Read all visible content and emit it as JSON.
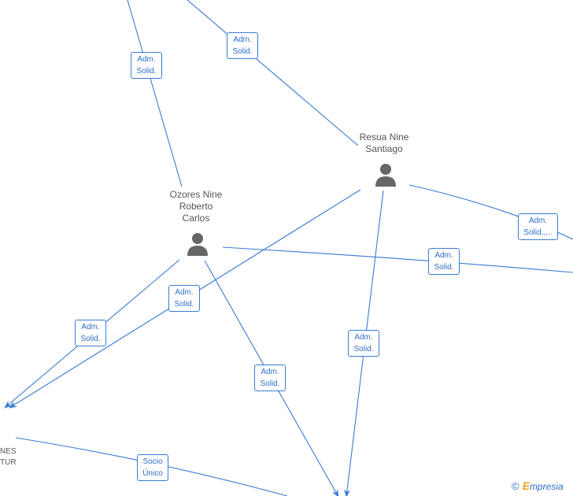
{
  "nodes": {
    "resua": {
      "line1": "Resua Nine",
      "line2": "Santiago"
    },
    "ozores": {
      "line1": "Ozores Nine",
      "line2": "Roberto",
      "line3": "Carlos"
    },
    "cut_company": {
      "line1": "NES",
      "line2": "TUR"
    }
  },
  "edges": [
    {
      "line1": "Adm.",
      "line2": "Solid."
    },
    {
      "line1": "Adm.",
      "line2": "Solid."
    },
    {
      "line1": "Adm.",
      "line2": "Solid.,..."
    },
    {
      "line1": "Adm.",
      "line2": "Solid."
    },
    {
      "line1": "Adm.",
      "line2": "Solid."
    },
    {
      "line1": "Adm.",
      "line2": "Solid."
    },
    {
      "line1": "Adm.",
      "line2": "Solid."
    },
    {
      "line1": "Adm.",
      "line2": "Solid."
    },
    {
      "line1": "Socio",
      "line2": "Único"
    }
  ],
  "brand": {
    "copyright": "©",
    "e": "E",
    "rest": "mpresia"
  },
  "colors": {
    "edge": "#3a7bd5",
    "node_icon": "#666666",
    "brand_accent": "#f0a020"
  }
}
